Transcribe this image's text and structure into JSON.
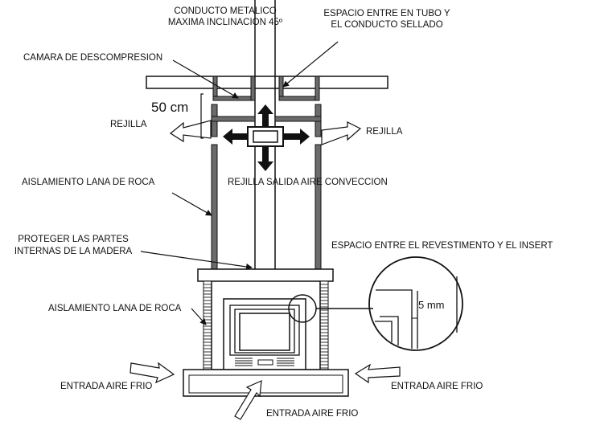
{
  "labels": {
    "conducto_1": "CONDUCTO METALICO",
    "conducto_2": "MAXIMA INCLINACION 45º",
    "espacio_tubo_1": "ESPACIO ENTRE EN TUBO Y",
    "espacio_tubo_2": "EL CONDUCTO SELLADO",
    "camara": "CAMARA DE DESCOMPRESION",
    "medida_50": "50 cm",
    "rejilla_izq": "REJILLA",
    "rejilla_der": "REJILLA",
    "aislamiento_sup": "AISLAMIENTO LANA DE ROCA",
    "rejilla_salida": "REJILLA SALIDA AIRE CONVECCION",
    "proteger_1": "PROTEGER LAS PARTES",
    "proteger_2": "INTERNAS DE LA MADERA",
    "espacio_revest": "ESPACIO ENTRE EL REVESTIMENTO Y EL INSERT",
    "aislamiento_inf": "AISLAMIENTO LANA DE ROCA",
    "medida_5": "5 mm",
    "entrada_izq": "ENTRADA AIRE FRIO",
    "entrada_der": "ENTRADA AIRE FRIO",
    "entrada_inf": "ENTRADA AIRE FRIO"
  },
  "colors": {
    "ink": "#111111",
    "insulation": "#6b6b6b",
    "paper": "#ffffff"
  }
}
